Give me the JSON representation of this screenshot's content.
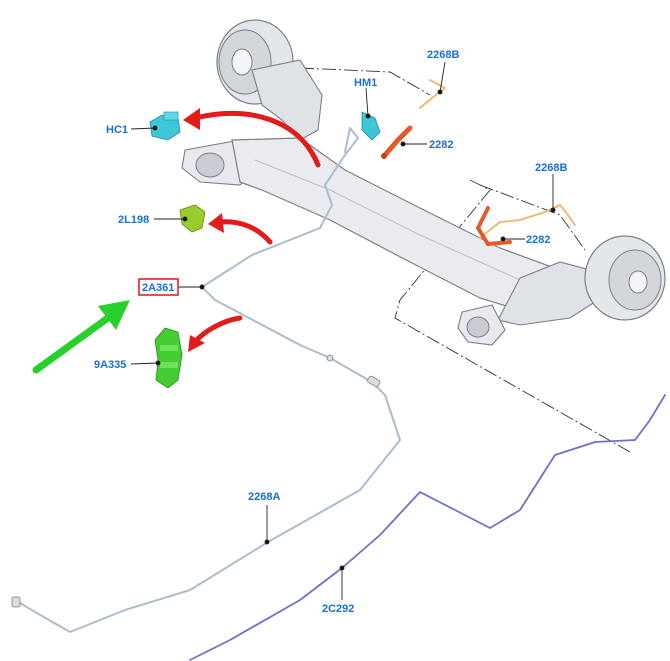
{
  "colors": {
    "callout_text": "#1a6fd1",
    "highlight_box": "#e0242a",
    "pointer_arrow": "#e21b1b",
    "focus_arrow": "#27d02a",
    "axle_fill": "#e9ebee",
    "axle_stroke": "#7a7f86",
    "brake_line_steel": "#a9bdd0",
    "brake_line_blue": "#6b72c9",
    "hose_orange": "#e35a2a",
    "clip_cyan": "#3cc6d6",
    "bracket_green": "#44cc33",
    "bracket_olive": "#9acb2c"
  },
  "icons": {
    "focus_arrow": "arrow-right-up-icon",
    "pointer_arrow": "curved-arrow-icon"
  },
  "callouts": {
    "hc1": "HC1",
    "l198": "2L198",
    "a361": "2A361",
    "a335": "9A335",
    "hm1": "HM1",
    "b2268_top": "2268B",
    "b2268_right": "2268B",
    "h2282_top": "2282",
    "h2282_right": "2282",
    "a2268": "2268A",
    "c292": "2C292"
  },
  "highlighted_callout": "2A361"
}
